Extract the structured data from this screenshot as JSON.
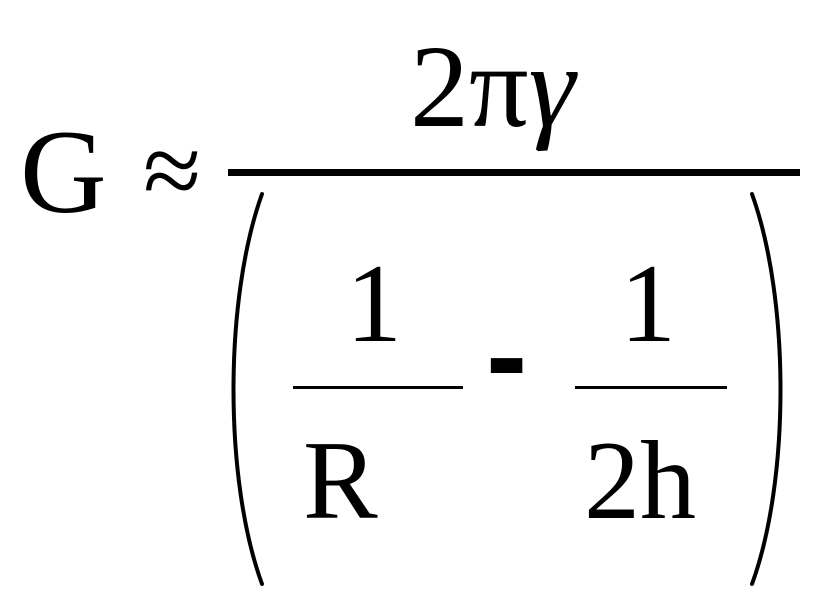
{
  "formula": {
    "lhs": "G",
    "relation": "≈",
    "numerator": "2πγ",
    "numerator_prefix": "2π",
    "numerator_symbol": "γ",
    "denominator": {
      "left_fraction": {
        "numerator": "1",
        "denominator": "R"
      },
      "operator": "-",
      "right_fraction": {
        "numerator": "1",
        "denominator": "2h"
      }
    }
  },
  "colors": {
    "ink": "#000000",
    "background": "#ffffff"
  }
}
